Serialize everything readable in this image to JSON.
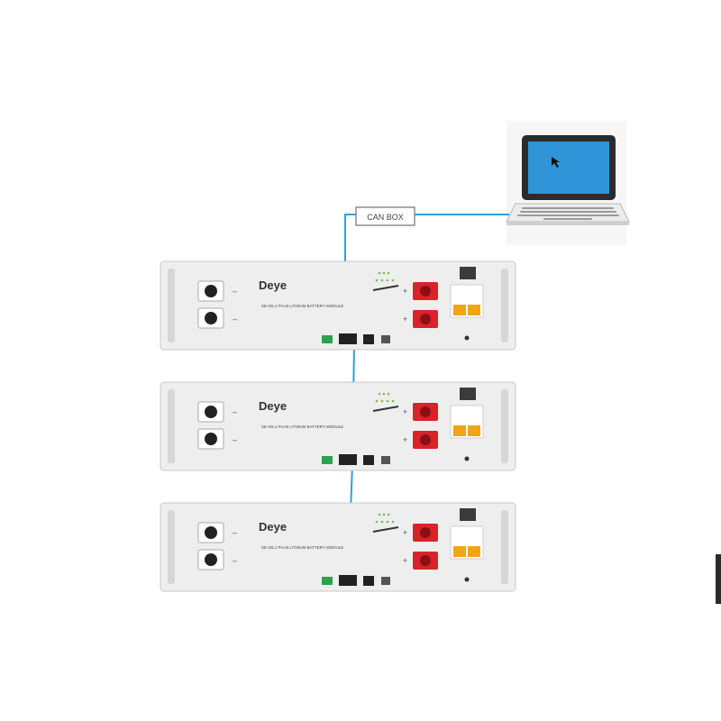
{
  "can_box": {
    "label": "CAN BOX"
  },
  "laptop": {
    "icon": "laptop-icon"
  },
  "modules": [
    {
      "brand": "Deye",
      "model": "SE-G5.1 Pro-B  LITHIUM BATTERY MODULE"
    },
    {
      "brand": "Deye",
      "model": "SE-G5.1 Pro-B  LITHIUM BATTERY MODULE"
    },
    {
      "brand": "Deye",
      "model": "SE-G5.1 Pro-B  LITHIUM BATTERY MODULE"
    }
  ],
  "colors": {
    "cable": "#2aa3d6",
    "module_body": "#eeeeee",
    "terminal_red": "#d8232a",
    "handle_yellow": "#f0a418",
    "screen_blue": "#2f95d8"
  }
}
